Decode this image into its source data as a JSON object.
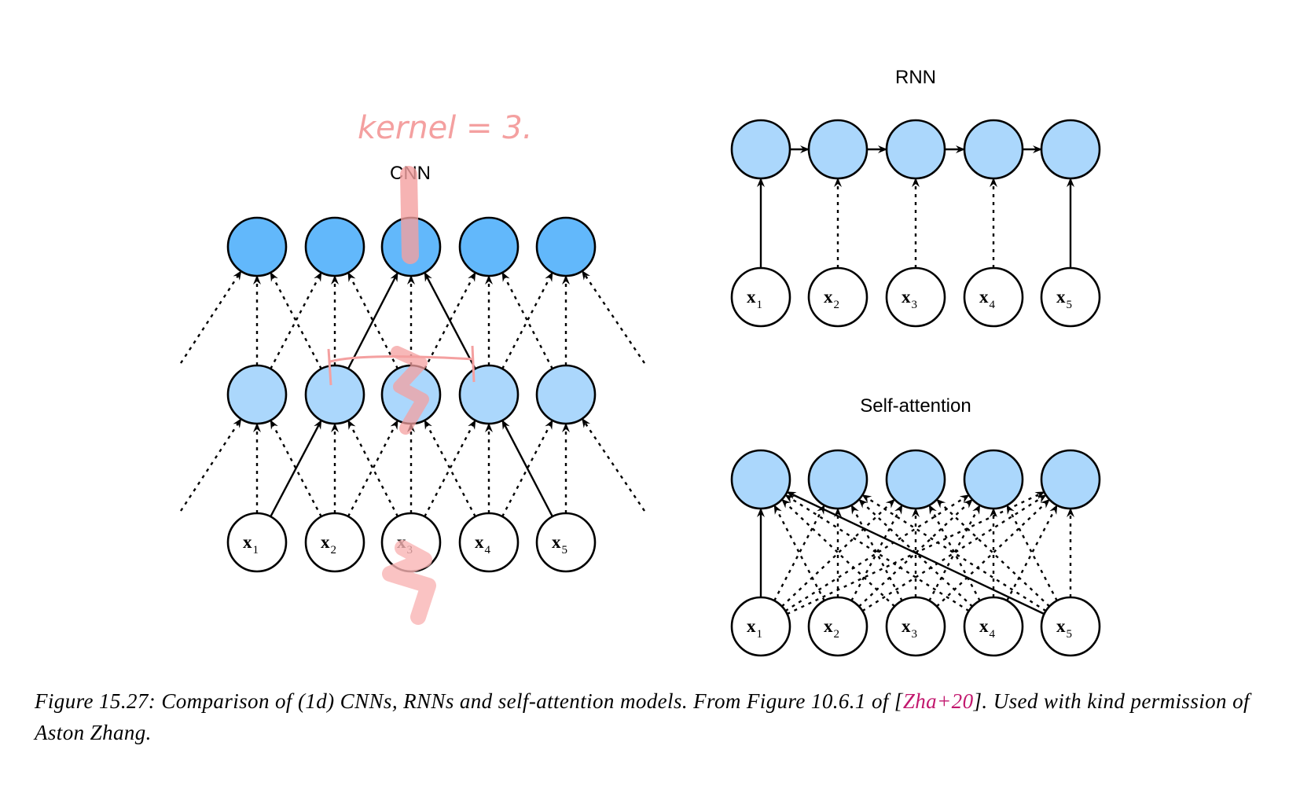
{
  "panels": {
    "cnn": {
      "title": "CNN"
    },
    "rnn": {
      "title": "RNN"
    },
    "self_attention": {
      "title": "Self-attention"
    }
  },
  "inputs": [
    {
      "base": "x",
      "sub": "1"
    },
    {
      "base": "x",
      "sub": "2"
    },
    {
      "base": "x",
      "sub": "3"
    },
    {
      "base": "x",
      "sub": "4"
    },
    {
      "base": "x",
      "sub": "5"
    }
  ],
  "annotation": {
    "text": "kernel = 3."
  },
  "colors": {
    "output_node": "#62b8fb",
    "hidden_node": "#abd7fc",
    "input_node": "#ffffff",
    "annotation": "#f4a0a0",
    "citation": "#c2186e"
  },
  "caption": {
    "part1": "Figure 15.27: Comparison of (1d) CNNs, RNNs and self-attention models. From Figure 10.6.1 of [",
    "cite": "Zha+20",
    "part2": "]. Used with kind permission of Aston Zhang."
  }
}
